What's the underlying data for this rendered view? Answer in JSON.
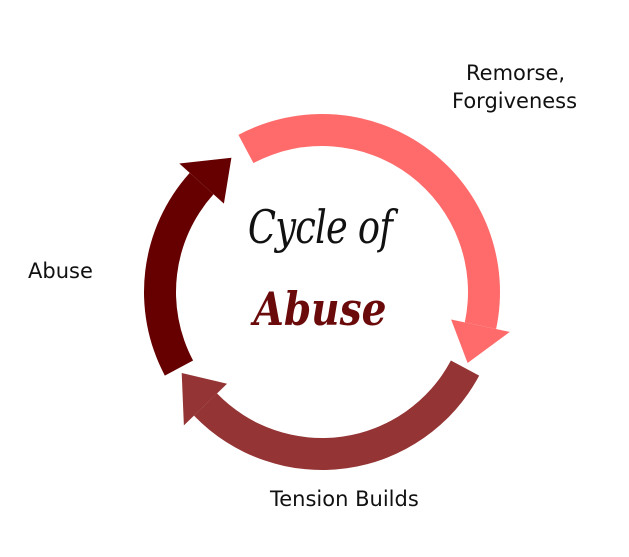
{
  "title": {
    "line1": "Cycle of",
    "line2": "Abuse"
  },
  "stages": [
    {
      "label": "Remorse, Forgiveness",
      "line1": "Remorse,",
      "line2": "Forgiveness",
      "color": "#ff6b6b"
    },
    {
      "label": "Tension Builds",
      "color": "#943434"
    },
    {
      "label": "Abuse",
      "color": "#660000"
    }
  ]
}
